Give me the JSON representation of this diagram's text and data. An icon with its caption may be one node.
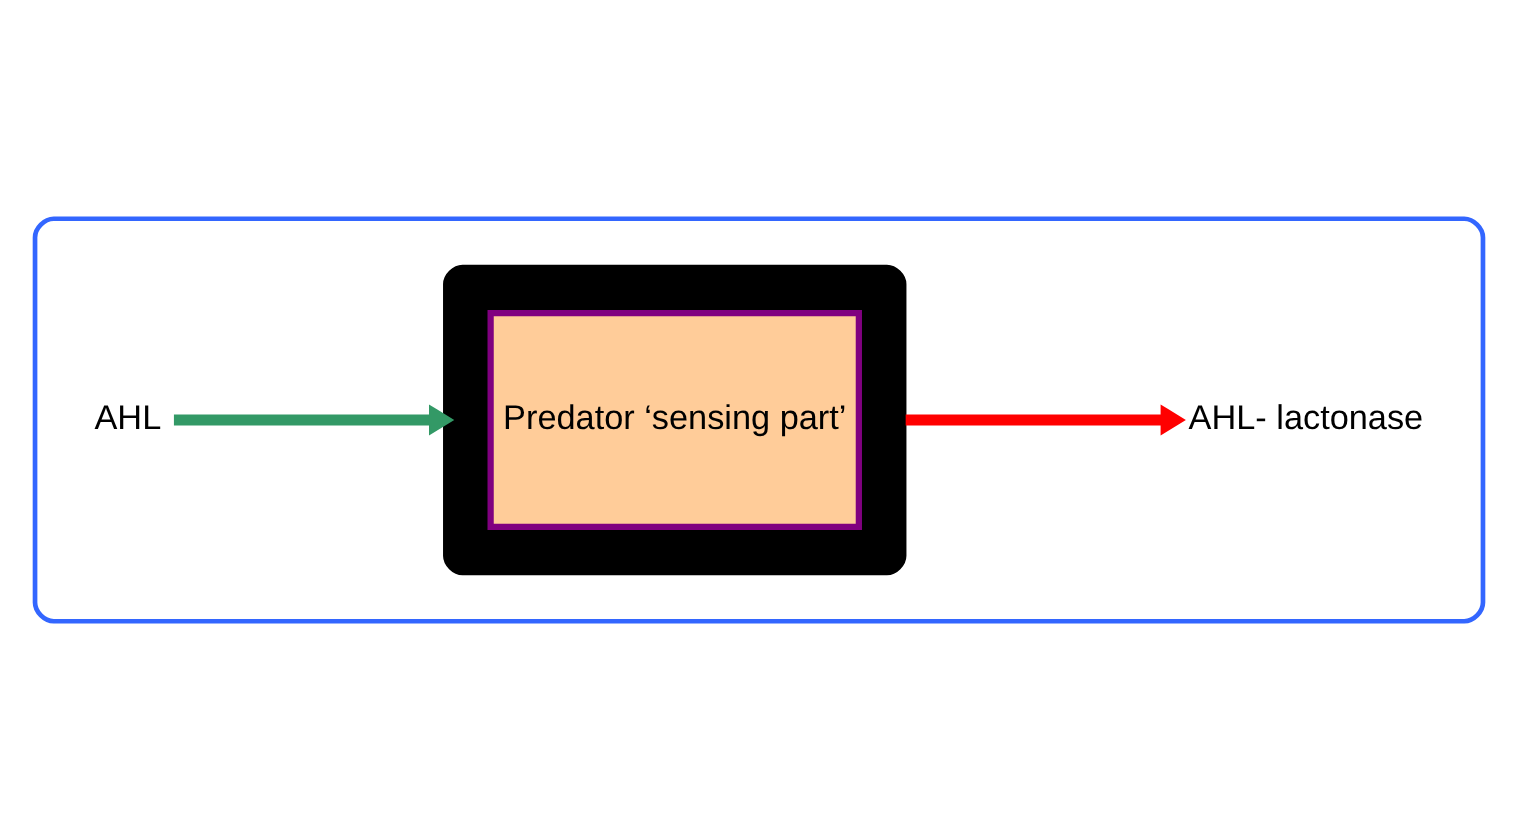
{
  "diagram": {
    "nodes": [
      {
        "text": [],
        "shape": "box"
      },
      {
        "text": [],
        "shape": "box",
        "in": 0
      },
      {
        "text": [
          "Predator ‘sensing part’"
        ],
        "in": 1
      },
      {
        "text": [
          "AHL"
        ],
        "in": 0
      },
      {
        "text": [
          "AHL- lactonase"
        ],
        "in": 0
      }
    ],
    "edges": [
      {
        "from": 3,
        "to": 1,
        "arrow": "to",
        "color": "#339966"
      },
      {
        "from": 1,
        "to": 4,
        "arrow": "to",
        "color": "#ff0000"
      }
    ]
  }
}
